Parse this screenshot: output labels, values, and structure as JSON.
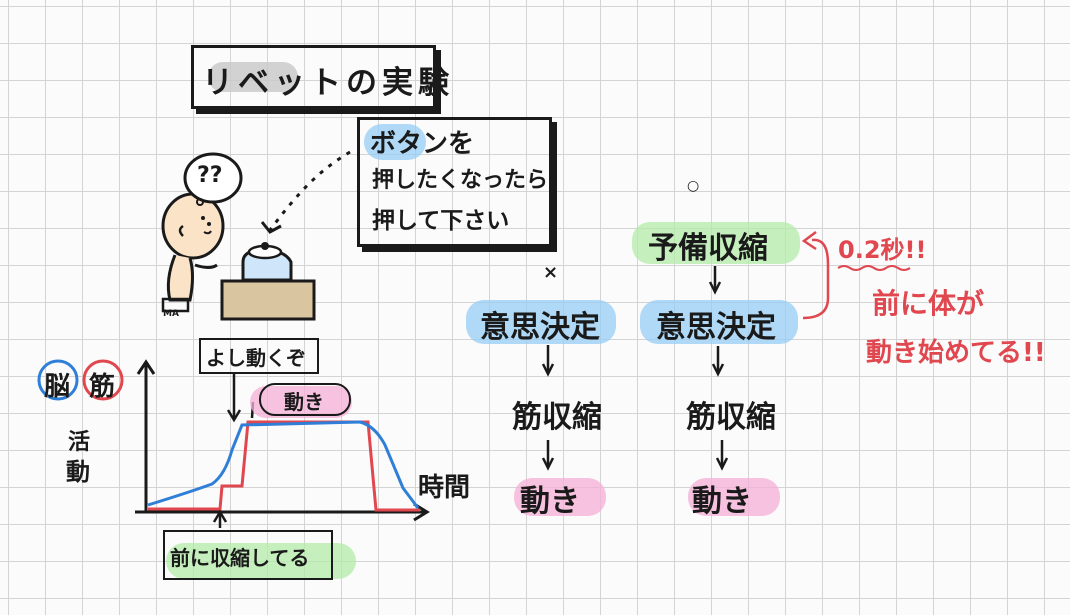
{
  "title": "リベットの実験",
  "speech_bubble": "??",
  "instruction": [
    "ボタンを",
    "押したくなったら",
    "押して下さい"
  ],
  "badge_left": "MA",
  "cross_mark": "×",
  "circle_mark": "○",
  "legend": {
    "brain": "脳",
    "muscle": "筋"
  },
  "chart_labels": {
    "y_axis": [
      "活",
      "動"
    ],
    "x_axis": "時間",
    "decide_callout": "よし動くぞ",
    "move_callout": "動き",
    "pre_callout": "前に収縮してる"
  },
  "flow_left": [
    "意思決定",
    "筋収縮",
    "動き"
  ],
  "flow_right": [
    "予備収縮",
    "意思決定",
    "筋収縮",
    "動き"
  ],
  "note": {
    "time": "0.2秒!!",
    "line1": "前に体が",
    "line2": "動き始めてる!!"
  },
  "colors": {
    "ink": "#1a1a1a",
    "red": "#e0474f",
    "blue": "#2f7fd8"
  }
}
